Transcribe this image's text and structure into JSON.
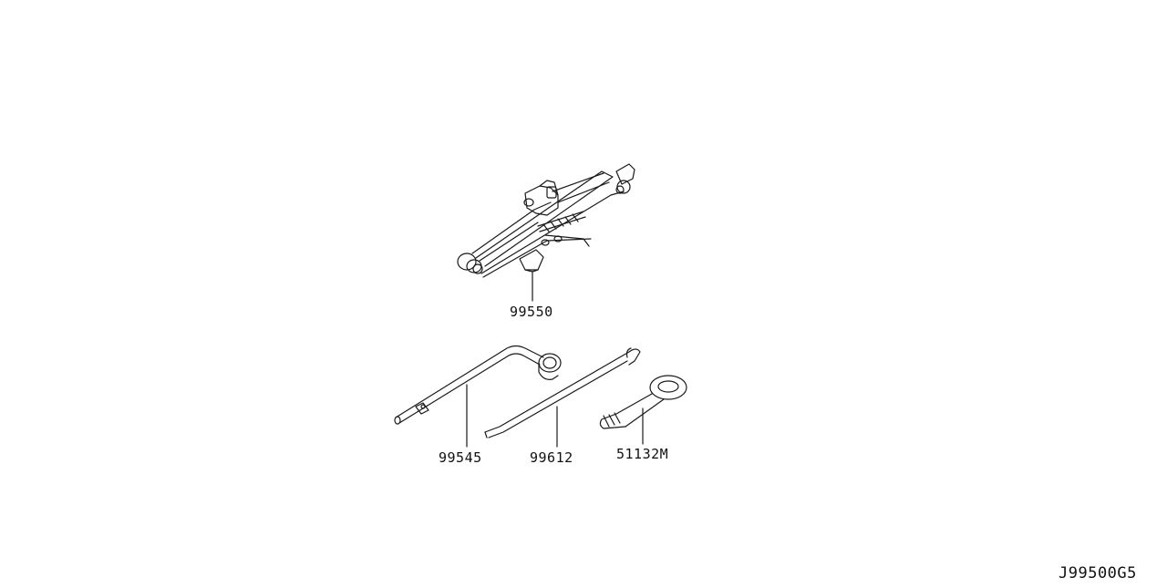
{
  "parts": [
    {
      "part_number": "99550",
      "item": "jack"
    },
    {
      "part_number": "99545",
      "item": "wheel-nut-wrench"
    },
    {
      "part_number": "99612",
      "item": "jack-handle-rod"
    },
    {
      "part_number": "51132M",
      "item": "towing-hook"
    }
  ],
  "diagram_code": "J99500G5",
  "line_color": "#1a1a1a"
}
